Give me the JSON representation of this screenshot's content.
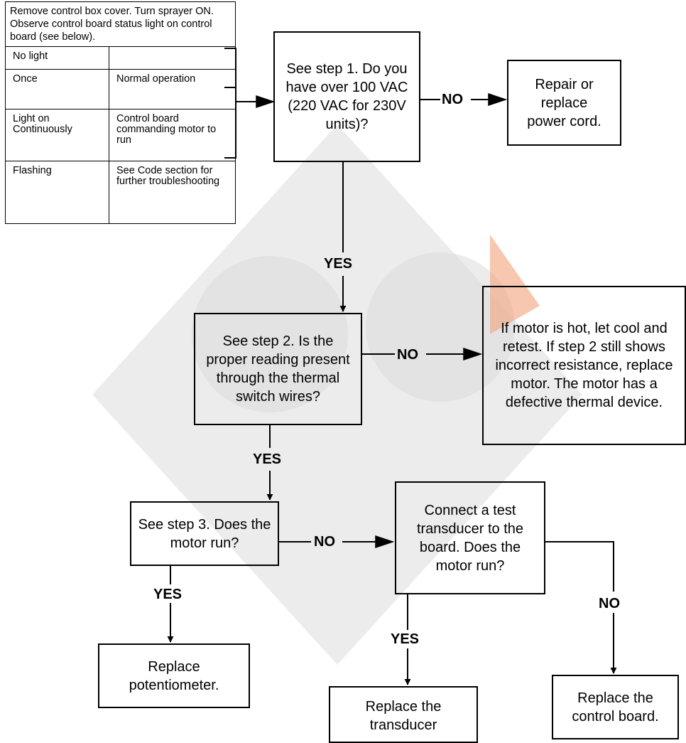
{
  "header": {
    "instructions": "Remove control box cover. Turn sprayer ON. Observe control board status light on control board (see below).",
    "rows": [
      {
        "state": "No light",
        "meaning": ""
      },
      {
        "state": "Once",
        "meaning": "Normal operation"
      },
      {
        "state": "Light on Continuously",
        "meaning": "Control board commanding motor to run"
      },
      {
        "state": "Flashing",
        "meaning": "See Code section for further troubleshooting"
      }
    ]
  },
  "steps": {
    "step1": "See step 1. Do you have over 100 VAC (220 VAC for 230V units)?",
    "power": "Repair or replace power cord.",
    "step2": "See step 2. Is the proper reading present through the thermal switch wires?",
    "motor": "If motor is hot, let cool and retest. If step 2 still shows incorrect resistance, replace motor. The motor has a defective thermal device.",
    "step3": "See step 3. Does the motor run?",
    "test": "Connect a test transducer to the board. Does the motor run?",
    "pot": "Replace potentiometer.",
    "trans": "Replace the transducer",
    "board": "Replace the control board."
  },
  "labels": {
    "yes": "YES",
    "no": "NO"
  },
  "colors": {
    "watermark_gray": "#d4d4d4",
    "watermark_orange": "#f2a27a"
  }
}
